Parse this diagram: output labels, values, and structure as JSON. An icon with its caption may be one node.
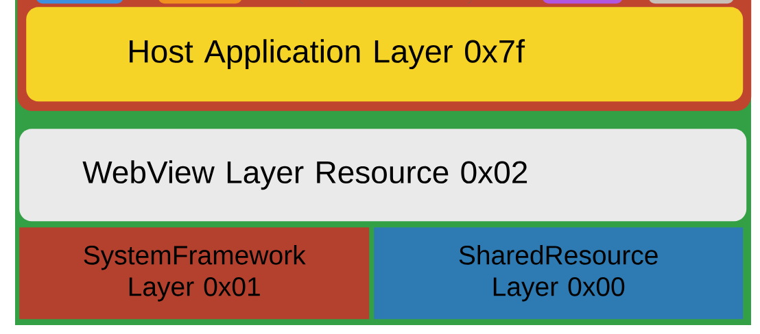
{
  "diagram": {
    "nodes": [
      {
        "text": [],
        "shape": "box"
      },
      {
        "text": [],
        "shape": "box",
        "in": 0
      },
      {
        "text": [],
        "shape": "box",
        "in": 0
      },
      {
        "text": [],
        "shape": "box",
        "in": 0
      },
      {
        "text": [],
        "shape": "box",
        "in": 0
      },
      {
        "text": [
          "Host Application Layer 0x7f"
        ],
        "in": 0
      },
      {
        "text": [
          "WebView Layer Resource 0x02"
        ]
      },
      {
        "text": [
          "SystemFramework Layer 0x01"
        ]
      },
      {
        "text": [
          "SharedResource Layer 0x00"
        ]
      }
    ]
  }
}
